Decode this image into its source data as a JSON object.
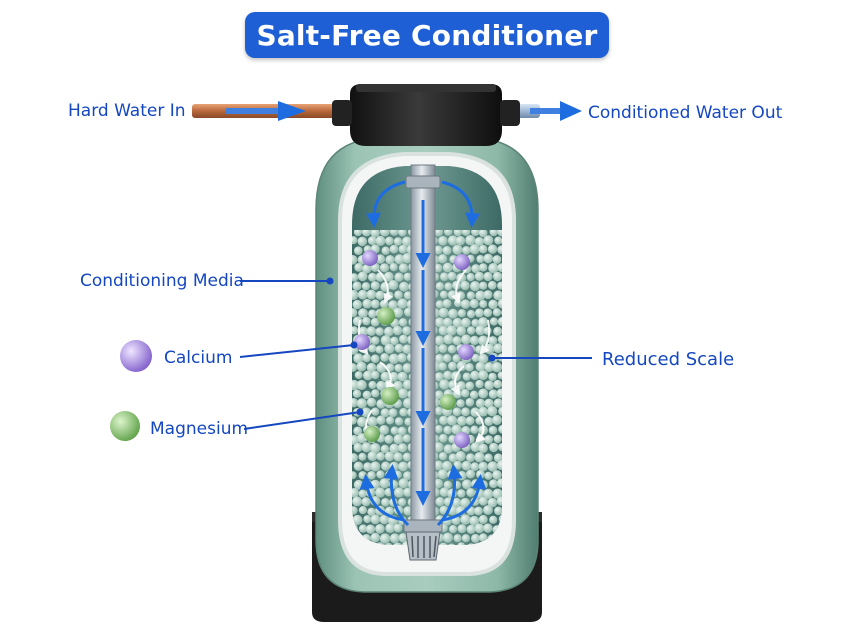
{
  "title": "Salt-Free Conditioner",
  "labels": {
    "inlet": "Hard Water In",
    "outlet": "Conditioned Water Out",
    "media": "Conditioning Media",
    "calcium": "Calcium",
    "magnesium": "Magnesium",
    "reduced_scale": "Reduced Scale"
  },
  "colors": {
    "title_bg": "#1f5fd6",
    "label_text": "#1447c0",
    "flow_arrow": "#1e6de0",
    "tank_shell": "#8fb8a8",
    "media_bead": "#b9d6cc",
    "calcium": "#a88ad8",
    "magnesium": "#7fb86a",
    "base": "#1d1d1d"
  }
}
